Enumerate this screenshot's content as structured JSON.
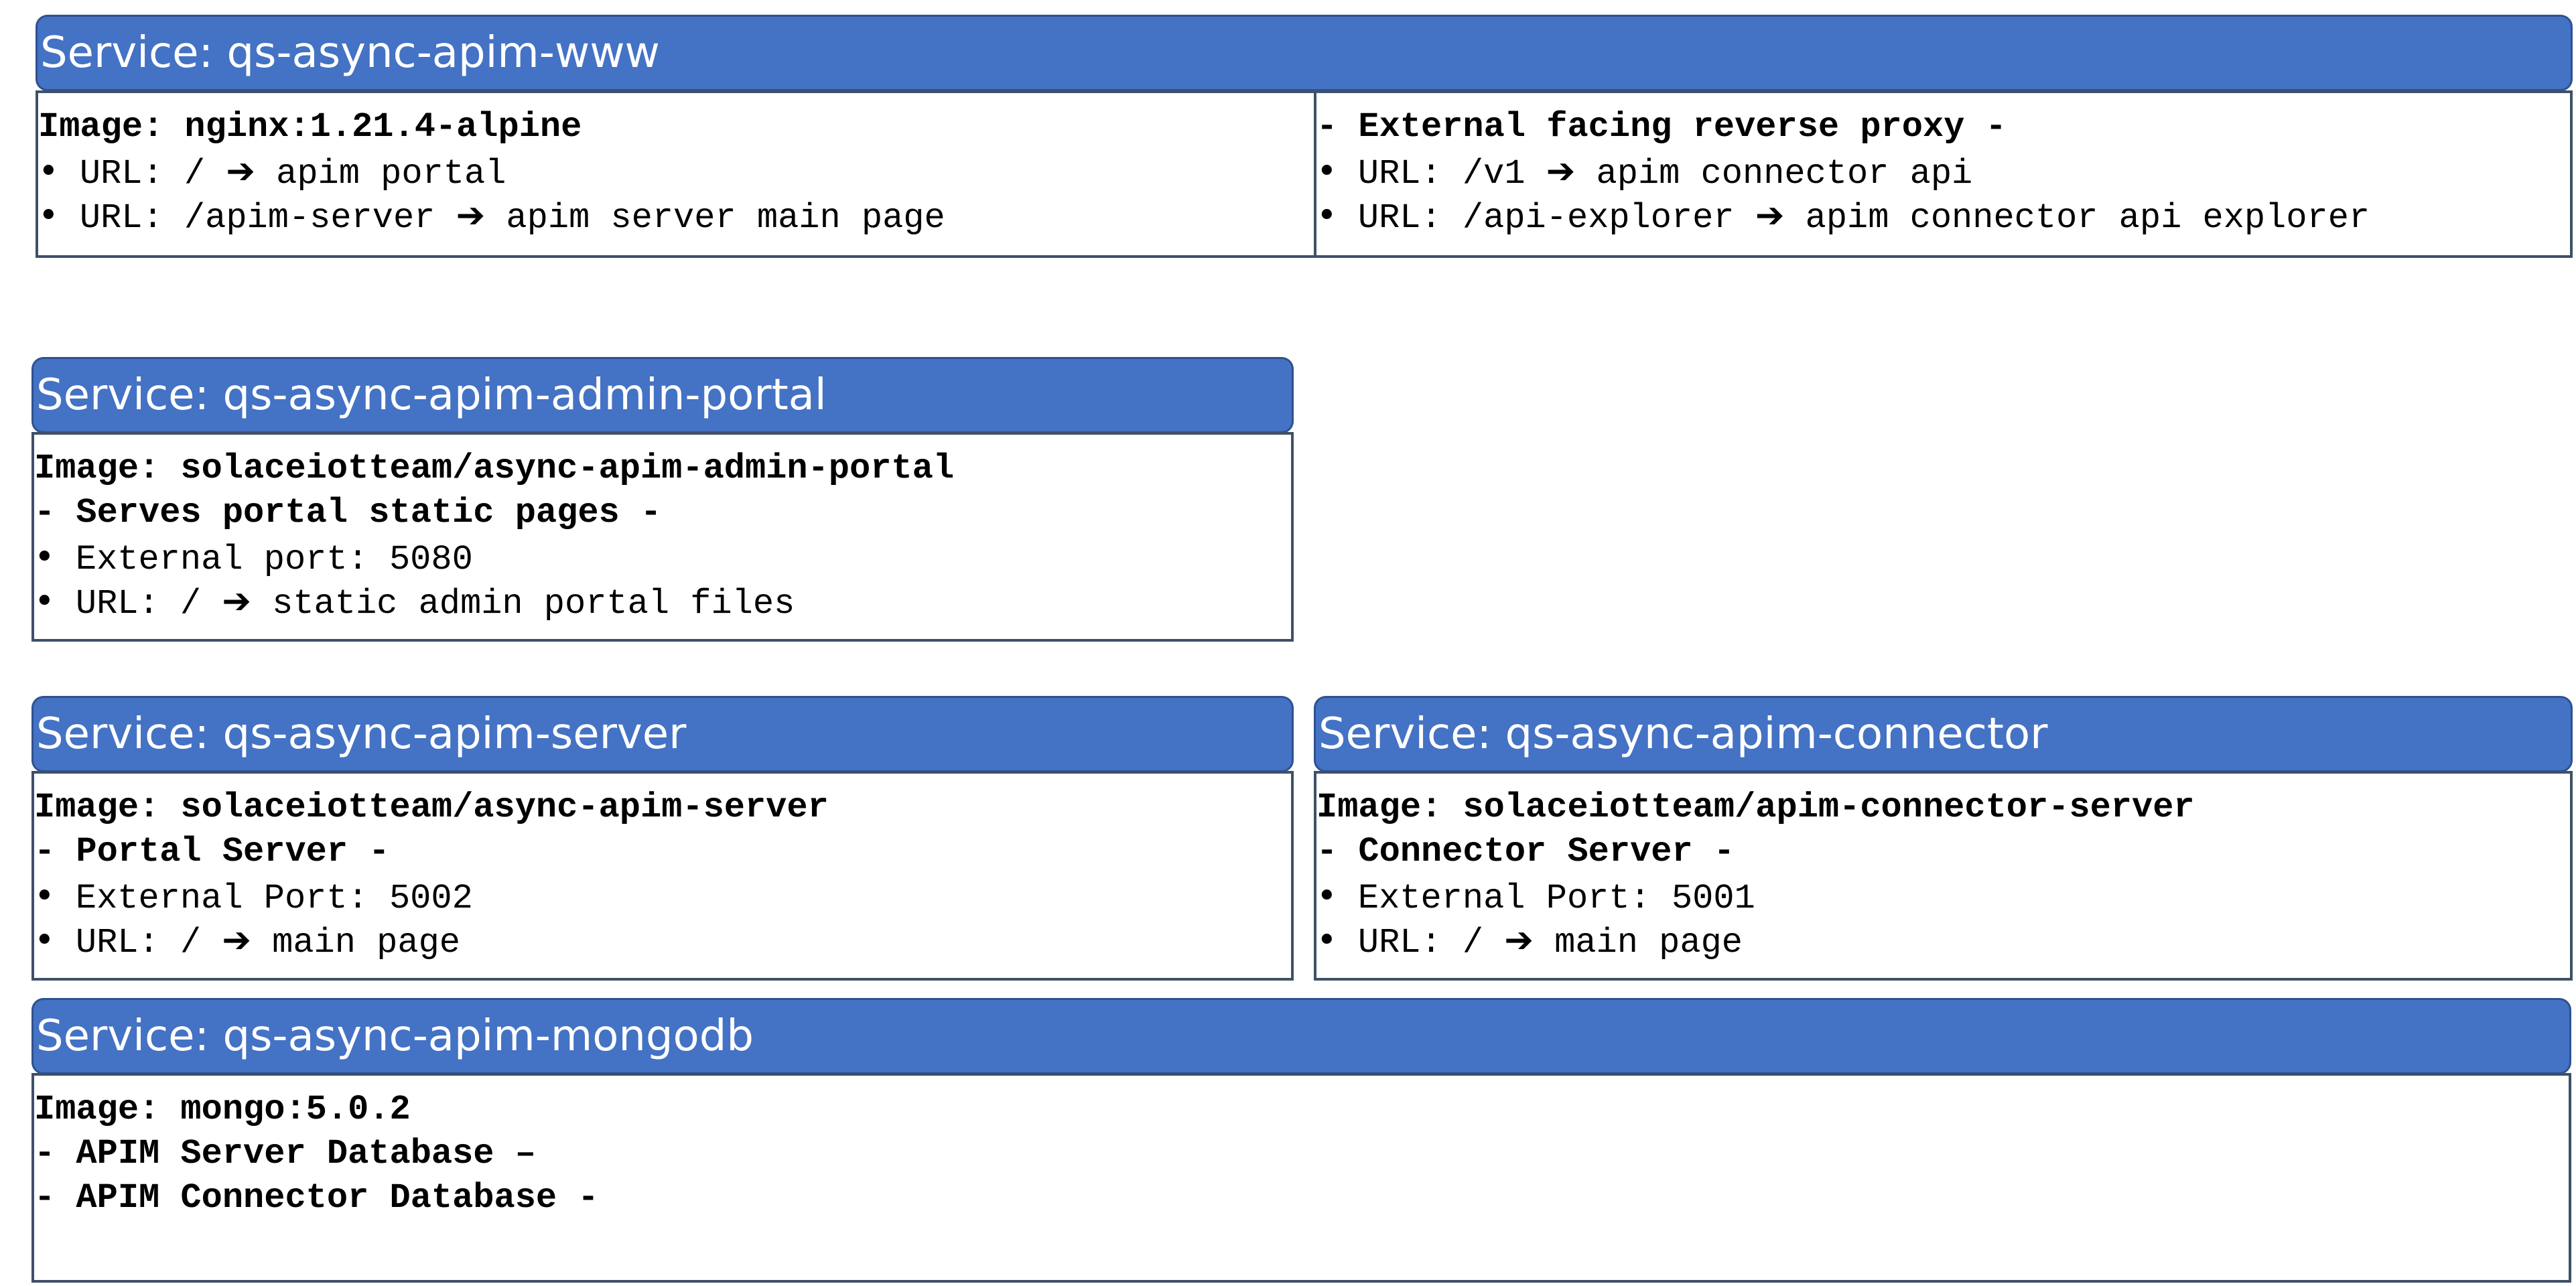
{
  "services": {
    "www": {
      "title": "Service: qs-async-apim-www",
      "left": {
        "image": "Image: nginx:1.21.4-alpine",
        "url1_path": "URL: /",
        "url1_target": "apim portal",
        "url2_path": "URL: /apim-server",
        "url2_target": "apim server main page"
      },
      "right": {
        "role": "- External facing reverse proxy -",
        "url1_path": "URL: /v1",
        "url1_target": "apim connector api",
        "url2_path": "URL: /api-explorer",
        "url2_target": "apim connector api explorer"
      }
    },
    "admin_portal": {
      "title": "Service: qs-async-apim-admin-portal",
      "image": "Image: solaceiotteam/async-apim-admin-portal",
      "role": "- Serves portal static pages -",
      "port": "External port: 5080",
      "url_path": "URL: /",
      "url_target": "static admin portal files"
    },
    "server": {
      "title": "Service: qs-async-apim-server",
      "image": "Image: solaceiotteam/async-apim-server",
      "role": "- Portal Server -",
      "port": "External Port: 5002",
      "url_path": "URL: /",
      "url_target": "main page"
    },
    "connector": {
      "title": "Service: qs-async-apim-connector",
      "image": "Image: solaceiotteam/apim-connector-server",
      "role": "- Connector Server -",
      "port": "External Port: 5001",
      "url_path": "URL: /",
      "url_target": "main page"
    },
    "mongodb": {
      "title": "Service: qs-async-apim-mongodb",
      "image": "Image: mongo:5.0.2",
      "role1": "- APIM Server Database –",
      "role2": "- APIM Connector Database -"
    }
  },
  "glyphs": {
    "bullet": "•",
    "arrow": "➔"
  },
  "colors": {
    "header_fill": "#4472C4",
    "header_border": "#2F528F",
    "box_border": "#3F5068"
  }
}
